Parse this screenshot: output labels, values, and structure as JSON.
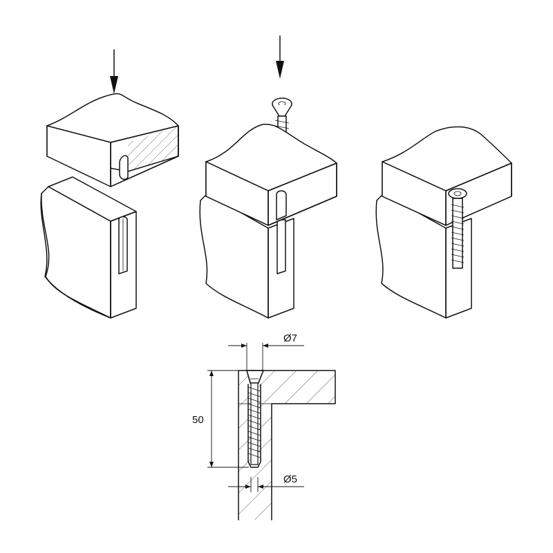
{
  "diagram": {
    "dimensions": {
      "head_diameter": "Ø7",
      "length": "50",
      "shank_diameter": "Ø5"
    }
  }
}
